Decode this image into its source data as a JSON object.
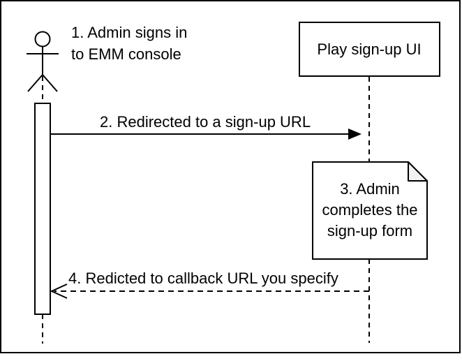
{
  "diagram": {
    "kind": "sequence-diagram",
    "actor_label": {
      "line1": "1. Admin signs in",
      "line2": "to EMM console"
    },
    "play_box": {
      "label": "Play sign-up UI"
    },
    "note": {
      "line1": "3. Admin",
      "line2": "completes the",
      "line3": "sign-up form"
    },
    "messages": {
      "redirect": {
        "label": "2. Redirected to a sign-up URL"
      },
      "callback": {
        "label": "4. Redicted to callback URL you specify"
      }
    },
    "colors": {
      "background": "#ffffff",
      "stroke": "#000000",
      "shape_fill": "#ffffff",
      "note_fold_fill": "#f2f2f2"
    }
  }
}
